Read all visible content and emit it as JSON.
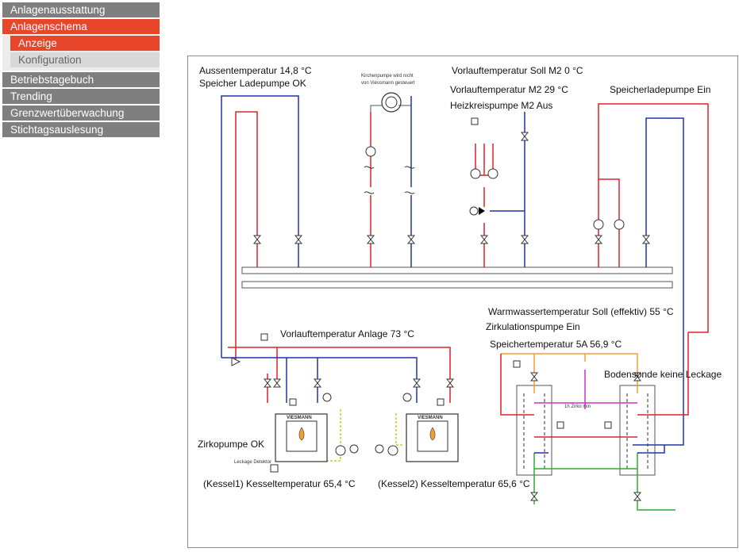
{
  "nav": {
    "items": [
      {
        "label": "Anlagenausstattung"
      },
      {
        "label": "Anlagenschema"
      },
      {
        "label": "Betriebstagebuch"
      },
      {
        "label": "Trending"
      },
      {
        "label": "Grenzwertüberwachung"
      },
      {
        "label": "Stichtagsauslesung"
      }
    ],
    "subitems": [
      {
        "label": "Anzeige"
      },
      {
        "label": "Konfiguration"
      }
    ]
  },
  "schema": {
    "aussentemperatur": "Aussentemperatur 14,8 °C",
    "speicher_ladepumpe": "Speicher Ladepumpe OK",
    "kirchenpumpe_note_1": "Kirchenpumpe wird nicht",
    "kirchenpumpe_note_2": "von Viessmann gesteuert",
    "vorlauf_soll_m2": "Vorlauftemperatur Soll M2 0 °C",
    "vorlauf_m2": "Vorlauftemperatur M2 29 °C",
    "heizkreispumpe_m2": "Heizkreispumpe M2 Aus",
    "speicherladepumpe": "Speicherladepumpe Ein",
    "warmwasser_soll": "Warmwassertemperatur Soll (effektiv) 55 °C",
    "zirkulationspumpe": "Zirkulationspumpe Ein",
    "speichertemperatur": "Speichertemperatur 5A 56,9 °C",
    "bodensonde": "Bodensonde keine Leckage",
    "vorlauf_anlage": "Vorlauftemperatur Anlage 73 °C",
    "zirkopumpe": "Zirkopumpe OK",
    "leckage_detektor": "Leckage Detektor",
    "kessel1": "(Kessel1) Kesseltemperatur 65,4 °C",
    "kessel2": "(Kessel2) Kesseltemperatur  65,6 °C",
    "boiler_brand": "VIESMANN",
    "zirko_min": "1h Zirko min"
  },
  "colors": {
    "nav_gray": "#7f7f7f",
    "accent": "#e8462b",
    "supply": "#e0202a",
    "return": "#2233aa",
    "dhw": "#f0a030",
    "circulation": "#cc33cc",
    "cold": "#33aa33",
    "gas": "#cccc22"
  }
}
